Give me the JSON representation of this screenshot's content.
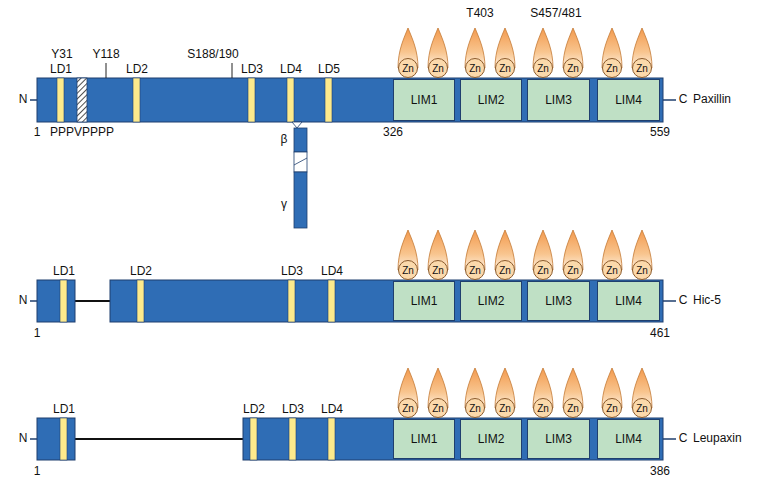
{
  "diagram": {
    "nodes": [
      {
        "text": [
          "LIM1"
        ]
      },
      {
        "text": [
          "LIM2"
        ]
      },
      {
        "text": [
          "LIM3"
        ]
      },
      {
        "text": [
          "LIM4"
        ]
      },
      {
        "text": [
          "Zn"
        ]
      },
      {
        "text": [
          "Zn"
        ]
      },
      {
        "text": [
          "Zn"
        ]
      },
      {
        "text": [
          "Zn"
        ]
      },
      {
        "text": [
          "Zn"
        ]
      },
      {
        "text": [
          "Zn"
        ]
      },
      {
        "text": [
          "Zn"
        ]
      },
      {
        "text": [
          "Zn"
        ]
      },
      {
        "text": [
          "LIM1"
        ]
      },
      {
        "text": [
          "LIM2"
        ]
      },
      {
        "text": [
          "LIM3"
        ]
      },
      {
        "text": [
          "LIM4"
        ]
      },
      {
        "text": [
          "Zn"
        ]
      },
      {
        "text": [
          "Zn"
        ]
      },
      {
        "text": [
          "Zn"
        ]
      },
      {
        "text": [
          "Zn"
        ]
      },
      {
        "text": [
          "Zn"
        ]
      },
      {
        "text": [
          "Zn"
        ]
      },
      {
        "text": [
          "Zn"
        ]
      },
      {
        "text": [
          "Zn"
        ]
      },
      {
        "text": [
          "LIM1"
        ]
      },
      {
        "text": [
          "LIM2"
        ]
      },
      {
        "text": [
          "LIM3"
        ]
      },
      {
        "text": [
          "LIM4"
        ]
      },
      {
        "text": [
          "Zn"
        ]
      },
      {
        "text": [
          "Zn"
        ]
      },
      {
        "text": [
          "Zn"
        ]
      },
      {
        "text": [
          "Zn"
        ]
      },
      {
        "text": [
          "Zn"
        ]
      },
      {
        "text": [
          "Zn"
        ]
      },
      {
        "text": [
          "Zn"
        ]
      },
      {
        "text": [
          "Zn"
        ]
      }
    ],
    "labels": [
      "Y31",
      "Y118",
      "S188/190",
      "T403",
      "S457/481",
      "LD1",
      "LD2",
      "LD3",
      "LD4",
      "LD5",
      "N",
      "C",
      "Paxillin",
      "1",
      "PPPVPPPP",
      "326",
      "559",
      "β",
      "γ",
      "LD1",
      "LD2",
      "LD3",
      "LD4",
      "N",
      "C",
      "Hic-5",
      "1",
      "461",
      "LD1",
      "LD2",
      "LD3",
      "LD4",
      "N",
      "C",
      "Leupaxin",
      "1",
      "386"
    ]
  }
}
